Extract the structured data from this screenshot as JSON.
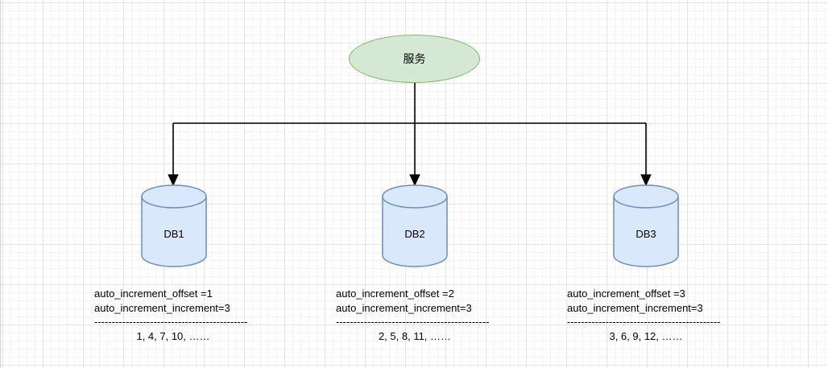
{
  "canvas": {
    "background": "#ffffff",
    "grid_minor_color": "#f3f3f5",
    "grid_major_color": "#e4e4e7"
  },
  "service": {
    "label": "服务",
    "fill": "#d5e8d4",
    "stroke": "#82b366"
  },
  "connector_color": "#000000",
  "db_fill": "#dae8fc",
  "db_stroke": "#6c8ebf",
  "databases": [
    {
      "label": "DB1",
      "offset_setting": "auto_increment_offset =1",
      "increment_setting": "auto_increment_increment=3",
      "separator": "--------------------------------------------",
      "sequence": "1,  4,  7,  10,  ……"
    },
    {
      "label": "DB2",
      "offset_setting": "auto_increment_offset =2",
      "increment_setting": "auto_increment_increment=3",
      "separator": "--------------------------------------------",
      "sequence": "2,  5,  8,  11,  ……"
    },
    {
      "label": "DB3",
      "offset_setting": "auto_increment_offset =3",
      "increment_setting": "auto_increment_increment=3",
      "separator": "--------------------------------------------",
      "sequence": "3,  6,  9,  12,  ……"
    }
  ]
}
